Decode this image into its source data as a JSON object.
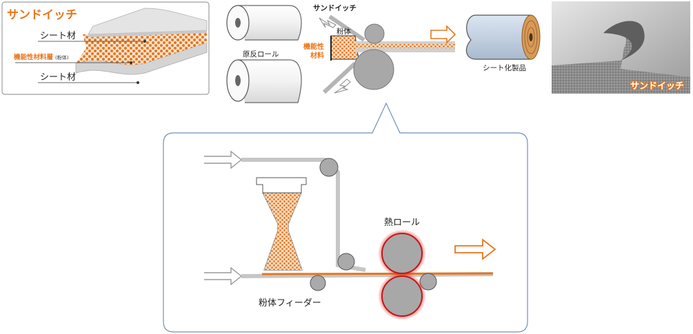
{
  "sandwich_panel": {
    "title": "サンドイッチ",
    "sheet_top_label": "シート材",
    "functional_layer_label": "機能性材料層",
    "functional_layer_sub": "(粉体)",
    "sheet_bottom_label": "シート材"
  },
  "process_overview": {
    "sandwich_label": "サンドイッチ",
    "powder_label": "粉体",
    "raw_roll_label": "原反ロール",
    "functional_material_line1": "機能性",
    "functional_material_line2": "材料",
    "product_label": "シート化製品"
  },
  "photo": {
    "caption": "サンドイッチ"
  },
  "detail": {
    "heat_roll_label": "熱ロール",
    "feeder_label": "粉体フィーダー"
  },
  "colors": {
    "accent_orange": "#E8761B",
    "sheet_gray": "#B8B8B8",
    "roll_gray": "#A8A8A8",
    "heat_glow": "#E0201B",
    "border_blue": "#6E8FB8"
  }
}
